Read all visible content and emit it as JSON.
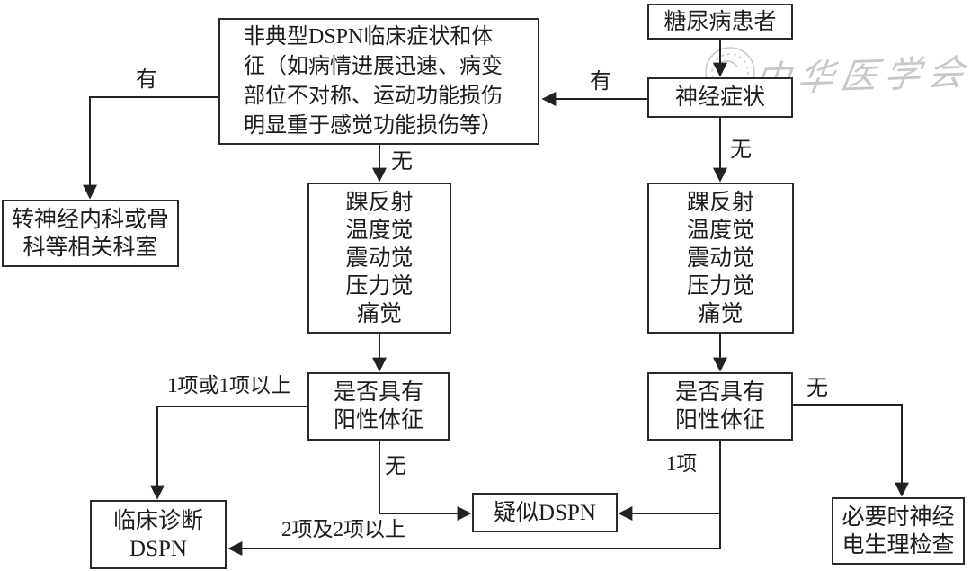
{
  "watermark": {
    "text": "中华医学会",
    "color": "#c8c8c8"
  },
  "nodes": {
    "diabetes_patient": {
      "lines": [
        "糖尿病患者"
      ]
    },
    "neuro_symptom": {
      "lines": [
        "神经症状"
      ]
    },
    "atypical_dspn": {
      "lines": [
        "非典型DSPN临床症状和体",
        "征（如病情进展迅速、病变",
        "部位不对称、运动功能损伤",
        "明显重于感觉功能损伤等）"
      ]
    },
    "referral": {
      "lines": [
        "转神经内科或骨",
        "科等相关科室"
      ]
    },
    "exam_mid": {
      "lines": [
        "踝反射",
        "温度觉",
        "震动觉",
        "压力觉",
        "痛觉"
      ]
    },
    "exam_right": {
      "lines": [
        "踝反射",
        "温度觉",
        "震动觉",
        "压力觉",
        "痛觉"
      ]
    },
    "positive_mid": {
      "lines": [
        "是否具有",
        "阳性体征"
      ]
    },
    "positive_right": {
      "lines": [
        "是否具有",
        "阳性体征"
      ]
    },
    "suspected_dspn": {
      "lines": [
        "疑似DSPN"
      ]
    },
    "clinical_dspn": {
      "lines": [
        "临床诊断",
        "DSPN"
      ]
    },
    "electrophysiology": {
      "lines": [
        "必要时神经",
        "电生理检查"
      ]
    }
  },
  "edge_labels": {
    "has_symptom_left": "有",
    "has_symptom_right": "有",
    "no_neuro": "无",
    "no_atypical": "无",
    "no_positive_mid": "无",
    "no_positive_right": "无",
    "one_or_more": "1项或1项以上",
    "one_item": "1项",
    "two_or_more": "2项及2项以上"
  }
}
